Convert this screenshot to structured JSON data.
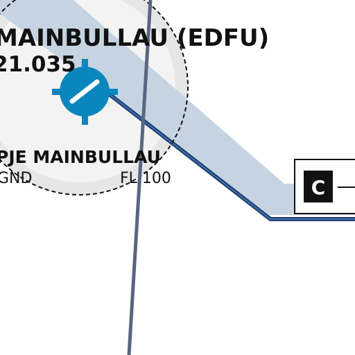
{
  "map": {
    "airport": {
      "name": "MAINBULLAU (EDFU)",
      "frequency": "21.035",
      "icon": "airport-icon",
      "color": "#0a86bd"
    },
    "zone": {
      "name": "PJE MAINBULLAU",
      "lower_limit": "GND",
      "upper_limit": "FL 100"
    },
    "airspace_class_badge": "C",
    "colors": {
      "corridor_fill": "#c6d4e2",
      "corridor_edge": "#1e3e6c",
      "route_line": "#5b6480",
      "zone_fill": "#e6e6e6"
    }
  }
}
